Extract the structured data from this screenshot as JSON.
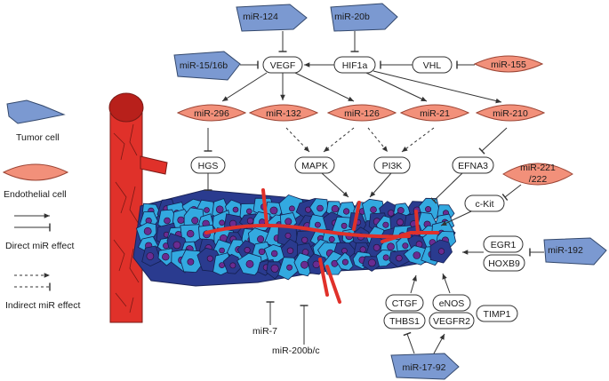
{
  "colors": {
    "tumor_fill": "#7b99d1",
    "endothelial_fill": "#f2907a",
    "vessel_red": "#e0312a",
    "cell_light": "#33a9e0",
    "cell_dark": "#2a3b8f",
    "nucleus": "#6a2c91"
  },
  "legend": {
    "tumor_cell": "Tumor cell",
    "endothelial_cell": "Endothelial cell",
    "direct_effect": "Direct miR effect",
    "indirect_effect": "Indirect miR effect"
  },
  "tumor_mirs": {
    "mir124": "miR-124",
    "mir20b": "miR-20b",
    "mir15": "miR-15/16b",
    "mir192": "miR-192",
    "mir1792": "miR-17-92"
  },
  "endothelial_mirs": {
    "mir155": "miR-155",
    "mir296": "miR-296",
    "mir132": "miR-132",
    "mir126": "miR-126",
    "mir21": "miR-21",
    "mir210": "miR-210",
    "mir221_l1": "miR-221",
    "mir221_l2": "/222"
  },
  "targets": {
    "vegf": "VEGF",
    "hif1a": "HIF1a",
    "vhl": "VHL",
    "hgs": "HGS",
    "mapk": "MAPK",
    "pi3k": "PI3K",
    "efna3": "EFNA3",
    "ckit": "c-Kit",
    "egr1": "EGR1",
    "hoxb9": "HOXB9",
    "ctgf": "CTGF",
    "thbs1": "THBS1",
    "enos": "eNOS",
    "vegfr2": "VEGFR2",
    "timp1": "TIMP1"
  },
  "free_labels": {
    "mir7": "miR-7",
    "mir200": "miR-200b/c"
  }
}
